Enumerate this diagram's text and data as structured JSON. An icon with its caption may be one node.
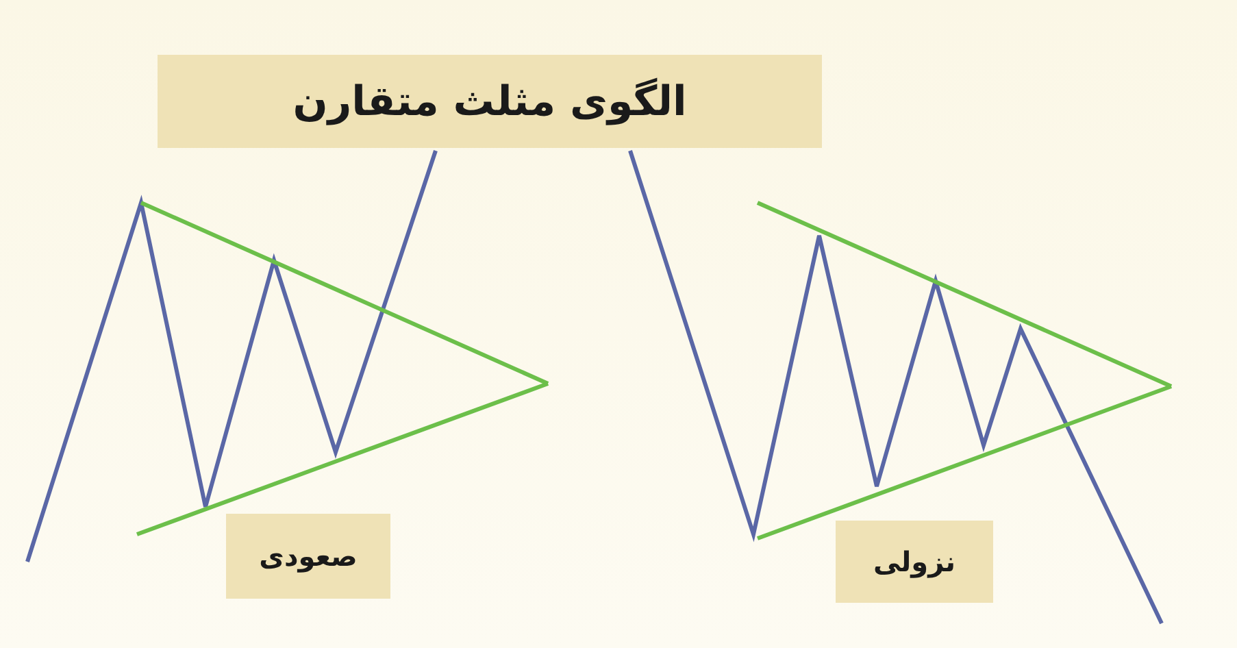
{
  "diagram": {
    "title": "الگوی مثلث متقارن",
    "labels": [
      "صعودی",
      "نزولی"
    ]
  }
}
